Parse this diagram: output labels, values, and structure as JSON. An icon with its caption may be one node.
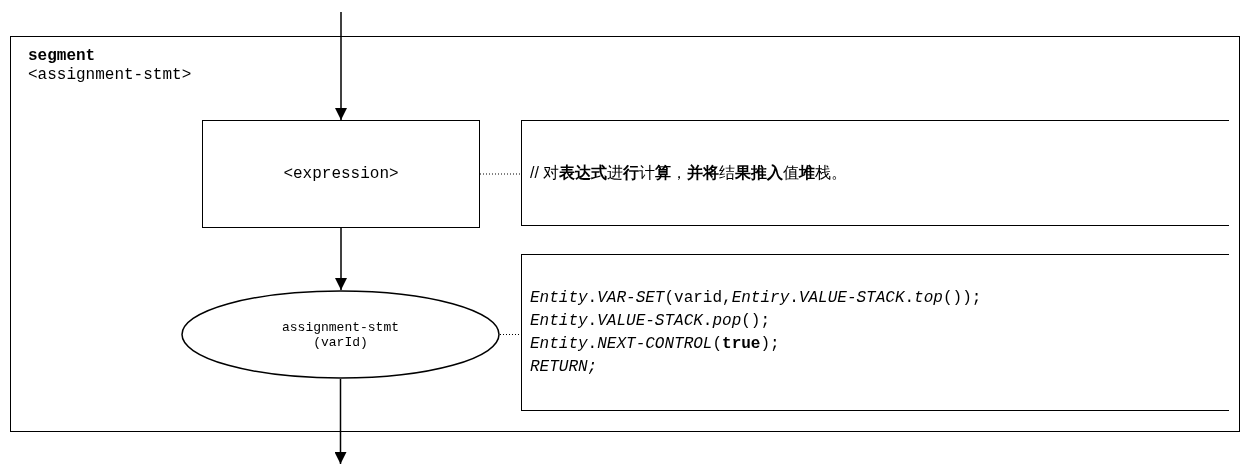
{
  "diagram": {
    "nodes": [
      {
        "text": [
          "segment",
          "<assignment-stmt>"
        ]
      },
      {
        "text": [
          "<expression>"
        ],
        "in": 0
      },
      {
        "text": [
          "// 对**表达式**进**行**计**算**，**并将**结**果推入**值**堆**栈。"
        ],
        "in": 0
      },
      {
        "text": [
          "assignment-stmt (varId)"
        ],
        "in": 0
      },
      {
        "text": [
          "*Entity*.*VAR-SET*(varid,*Entiry*.*VALUE-STACK*.*top*());",
          "*Entity*.*VALUE-STACK*.*pop*();",
          "*Entity*.*NEXT-CONTROL*(**true**);",
          "*RETURN;*"
        ],
        "in": 0
      }
    ],
    "edges": [
      {
        "from": null,
        "to": 1,
        "arrow": "to"
      },
      {
        "from": 1,
        "to": 3,
        "arrow": "to"
      },
      {
        "from": 3,
        "to": null,
        "arrow": "to"
      },
      {
        "from": 1,
        "to": 2,
        "arrow": "none",
        "style": "dashed"
      },
      {
        "from": 3,
        "to": 4,
        "arrow": "none",
        "style": "dashed"
      }
    ]
  }
}
